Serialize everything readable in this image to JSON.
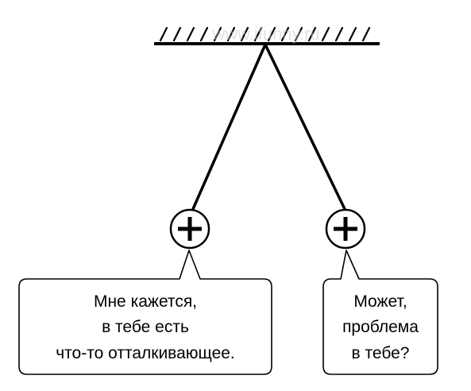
{
  "colors": {
    "ink": "#000000",
    "background": "#ffffff",
    "watermark": "#c8c8c8"
  },
  "watermark": "www.ifunny.ru",
  "charges": {
    "left": {
      "sign": "+",
      "icon": "plus-icon"
    },
    "right": {
      "sign": "+",
      "icon": "plus-icon"
    }
  },
  "bubbles": {
    "left": {
      "lines": [
        "Мне кажется,",
        "в тебе есть",
        "что-то отталкивающее."
      ]
    },
    "right": {
      "lines": [
        "Может,",
        "проблема",
        "в тебе?"
      ]
    }
  }
}
